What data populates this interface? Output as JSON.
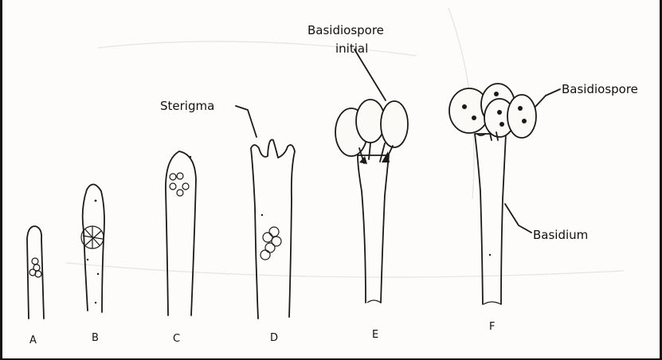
{
  "labels": {
    "sterigma": "Sterigma",
    "basidiospore_initial_line1": "Basidiospore",
    "basidiospore_initial_line2": "initial",
    "basidiospore": "Basidiospore",
    "basidium": "Basidium"
  },
  "stages": [
    "A",
    "B",
    "C",
    "D",
    "E",
    "F"
  ]
}
